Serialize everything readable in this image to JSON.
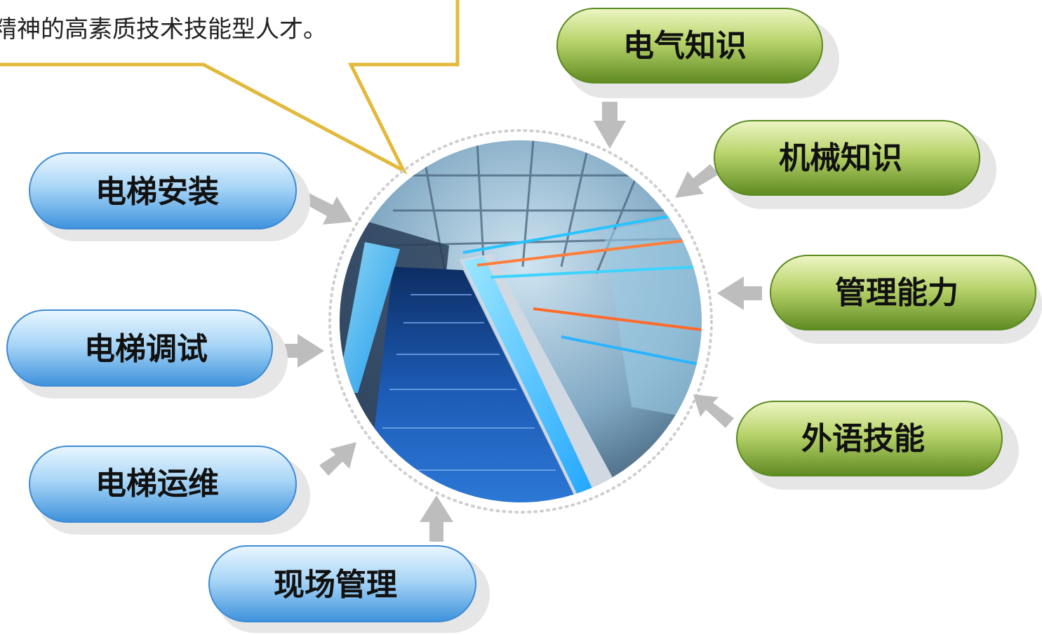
{
  "callout": {
    "text": "精神的高素质技术技能型人才。"
  },
  "left_pills": [
    {
      "label": "电梯安装"
    },
    {
      "label": "电梯调试"
    },
    {
      "label": "电梯运维"
    },
    {
      "label": "现场管理"
    }
  ],
  "right_pills": [
    {
      "label": "电气知识"
    },
    {
      "label": "机械知识"
    },
    {
      "label": "管理能力"
    },
    {
      "label": "外语技能"
    }
  ],
  "center_image": {
    "icon": "escalator-photo"
  },
  "colors": {
    "blue_top": "#dff0ff",
    "blue_bottom": "#4fa3e6",
    "green_top": "#e6f2b8",
    "green_bottom": "#6f9a2e",
    "arrow": "#bdbdbd",
    "callout_border": "#e2b93b"
  }
}
